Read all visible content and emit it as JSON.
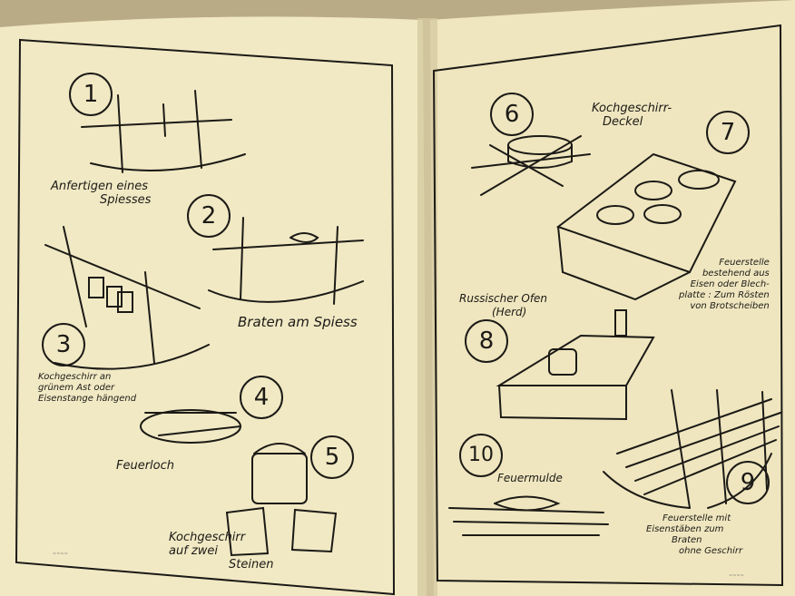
{
  "colors": {
    "page": "#f1e9c4",
    "ink": "#1c1a16",
    "background": "#b9ab86"
  },
  "left_page": {
    "steps": [
      {
        "number": "1",
        "caption_lines": [
          "Anfertigen eines",
          "Spiesses"
        ]
      },
      {
        "number": "2",
        "caption_lines": [
          "Braten am Spiess"
        ]
      },
      {
        "number": "3",
        "caption_lines": [
          "Kochgeschirr an",
          "grünem Ast oder",
          "Eisenstange hängend"
        ]
      },
      {
        "number": "4",
        "caption_lines": [
          "Feuerloch"
        ]
      },
      {
        "number": "5",
        "caption_lines": [
          "Kochgeschirr",
          "auf zwei",
          "Steinen"
        ]
      }
    ]
  },
  "right_page": {
    "steps": [
      {
        "number": "6",
        "caption_lines": [
          "Kochgeschirr-",
          "Deckel"
        ]
      },
      {
        "number": "7",
        "caption_lines": [
          "Feuerstelle",
          "bestehend aus",
          "Eisen oder Blech-",
          "platte : Zum Rösten",
          "von Brotscheiben"
        ]
      },
      {
        "number": "8",
        "caption_lines": [
          "Russischer Ofen",
          "(Herd)"
        ]
      },
      {
        "number": "9",
        "caption_lines": [
          "Feuerstelle mit",
          "Eisenstäben zum",
          "Braten",
          "ohne Geschirr"
        ]
      },
      {
        "number": "10",
        "caption_lines": [
          "Feuermulde"
        ]
      }
    ]
  }
}
